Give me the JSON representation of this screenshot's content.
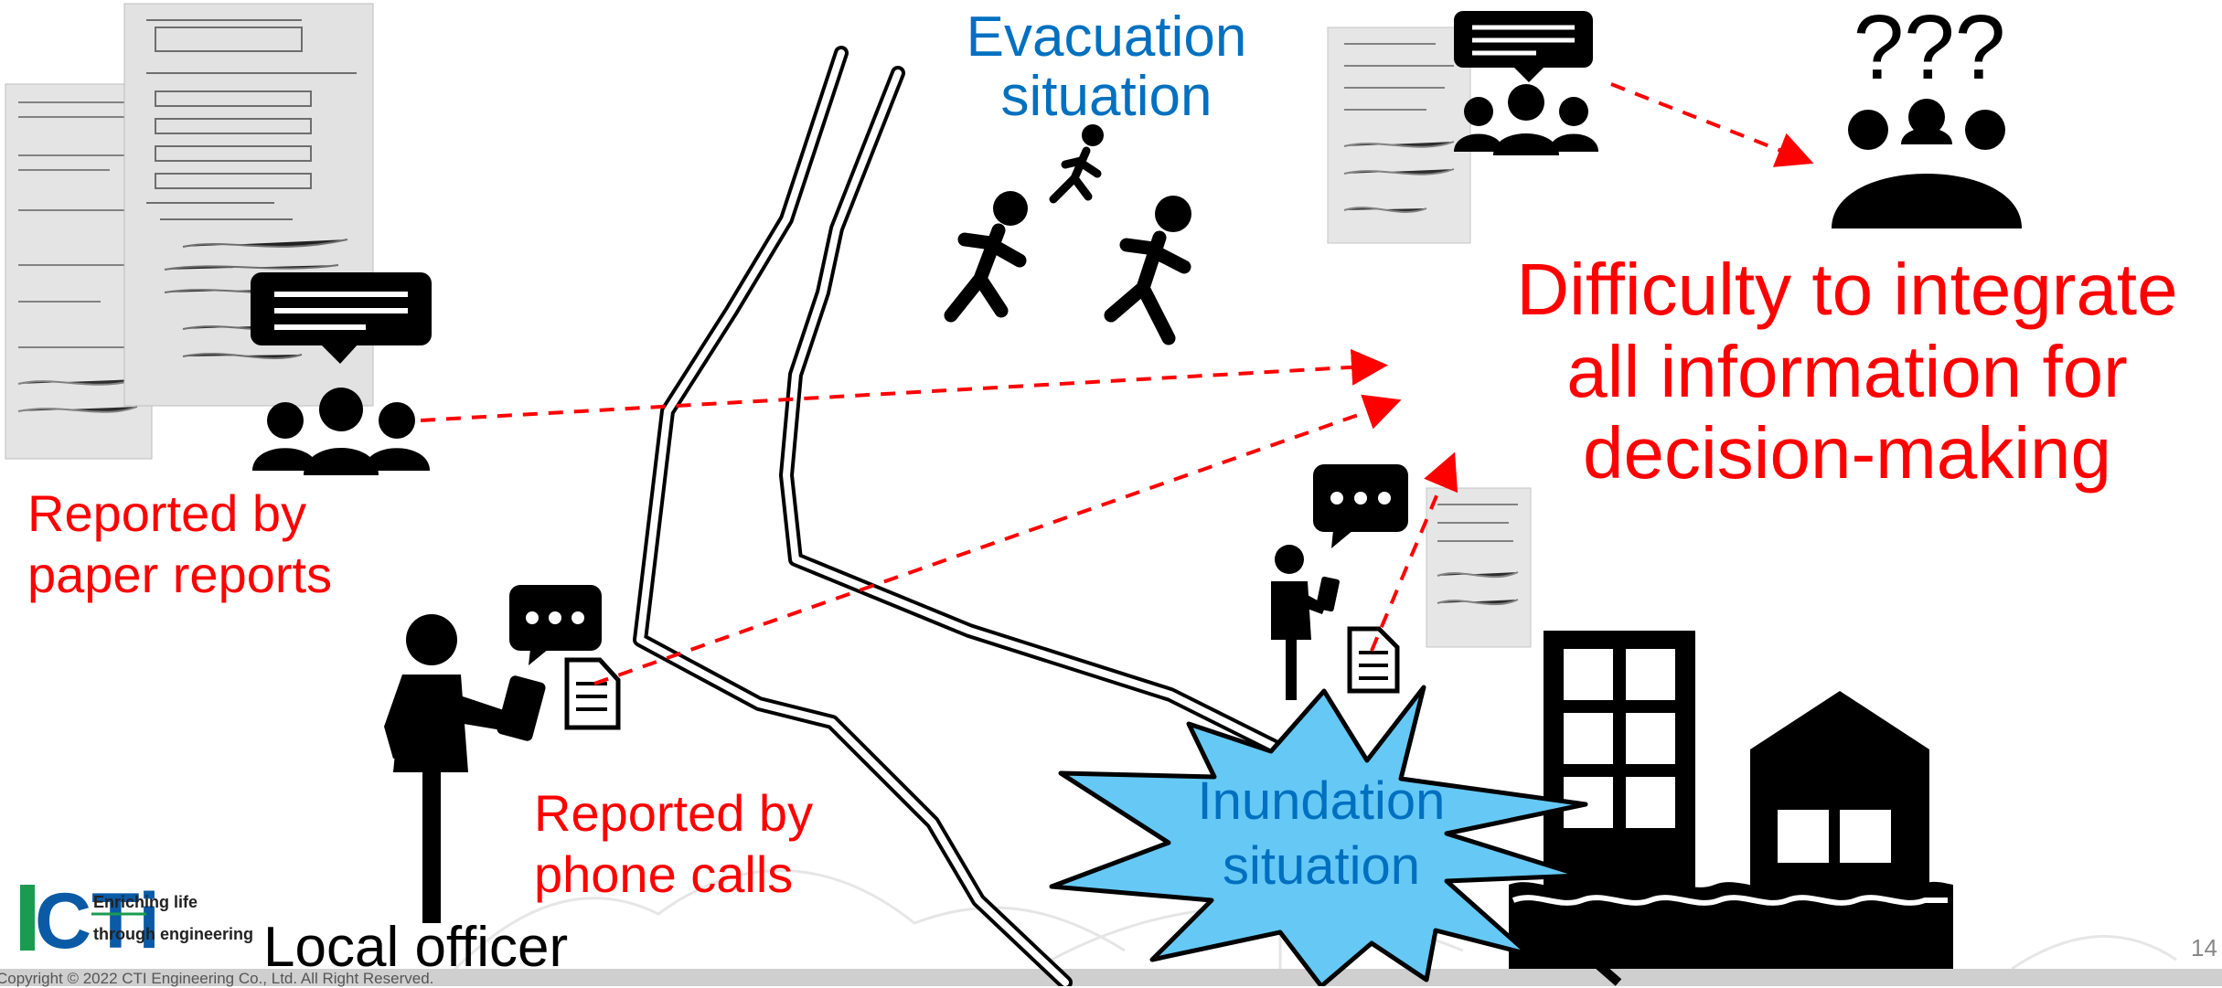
{
  "labels": {
    "evacuation_line1": "Evacuation",
    "evacuation_line2": "situation",
    "question": "???",
    "difficulty_line1": "Difficulty to integrate",
    "difficulty_line2": "all information for",
    "difficulty_line3": "decision-making",
    "paper_line1": "Reported by",
    "paper_line2": "paper reports",
    "phone_line1": "Reported by",
    "phone_line2": "phone calls",
    "inundation_line1": "Inundation",
    "inundation_line2": "situation",
    "local_officer": "Local officer"
  },
  "branding": {
    "logo_letters": "CTi",
    "tagline_line1": "Enriching life",
    "tagline_line2": "through engineering",
    "copyright": "Copyright © 2022 CTI Engineering Co., Ltd. All Right Reserved.",
    "page_number": "14"
  },
  "colors": {
    "red": "#ff0000",
    "blue_text": "#0070c0",
    "starburst_fill": "#66c8f5",
    "icon_black": "#000000",
    "logo_green": "#1a9b50",
    "logo_blue": "#0a5aa6"
  }
}
